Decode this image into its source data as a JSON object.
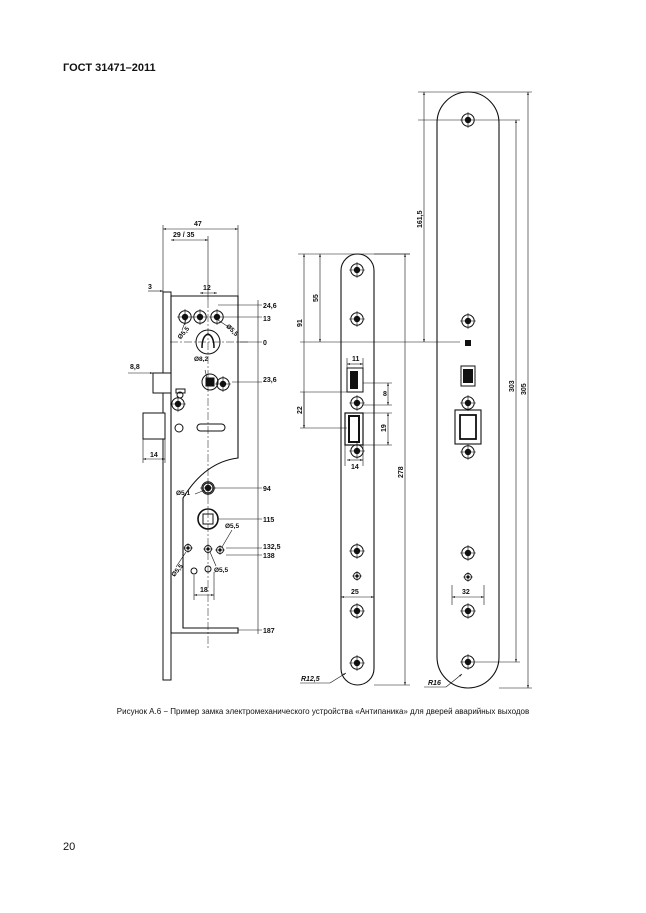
{
  "header": {
    "standard_id": "ГОСТ 31471–2011"
  },
  "figure": {
    "caption": "Рисунок А.6 − Пример замка электромеханического устройства «Антипаника» для дверей аварийных выходов",
    "lock_body": {
      "dims": {
        "width_total": "47",
        "backset": "29 / 35",
        "faceplate": "3",
        "spindle_spacing": "12",
        "level_246": "24,6",
        "level_13": "13",
        "level_0": "0",
        "level_236": "23,6",
        "level_94": "94",
        "level_115": "115",
        "level_1325": "132,5",
        "level_138": "138",
        "level_187": "187",
        "latch_proj": "8,8",
        "bolt_width": "14",
        "lower_spacing": "18"
      },
      "diameters": {
        "d55a": "Ø5,5",
        "d55b": "Ø5,5",
        "d82": "Ø8,2",
        "d51": "Ø5,1",
        "d55c": "Ø5,5",
        "d55d": "Ø5,5",
        "d55e": "Ø5,5"
      }
    },
    "front_plate": {
      "dims": {
        "height_55": "55",
        "height_91": "91",
        "height_22": "22",
        "width_11": "11",
        "open_8": "8",
        "open_19": "19",
        "width_14": "14",
        "height_278": "278",
        "width_25": "25",
        "radius": "R12,5"
      }
    },
    "strike_plate": {
      "dims": {
        "height_1615": "161,5",
        "height_303": "303",
        "height_305": "305",
        "width_32": "32",
        "radius": "R16"
      }
    }
  },
  "page": {
    "number": "20"
  }
}
